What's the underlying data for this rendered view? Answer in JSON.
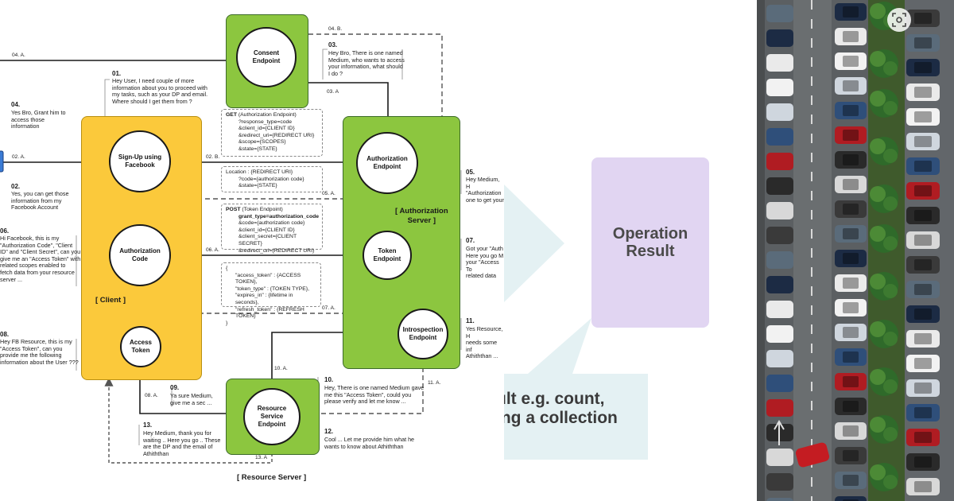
{
  "diagram": {
    "consent": {
      "label": "Consent\nEndpoint"
    },
    "client": {
      "region_label": "[ Client ]",
      "signup_label": "Sign-Up using\nFacebook",
      "authcode_label": "Authorization\nCode",
      "access_token_label": "Access\nToken"
    },
    "auth_server": {
      "region_label": "[ Authorization\nServer ]",
      "authz_endpoint_label": "Authorization\nEndpoint",
      "token_endpoint_label": "Token\nEndpoint",
      "introspection_label": "Introspection\nEndpoint"
    },
    "resource_server": {
      "region_label": "[ Resource Server ]",
      "endpoint_label": "Resource\nService\nEndpoint"
    },
    "get_request": {
      "title": "GET",
      "title_rest": " (Authorization Endpoint)",
      "lines": [
        "?response_type=code",
        "&client_id={CLIENT ID}",
        "&redirect_uri={REDIRECT URI}",
        "&scope={SCOPES}",
        "&state={STATE}"
      ]
    },
    "location": {
      "lines": [
        "Location : {REDIRECT URI}",
        "?code={authorization code}",
        "&state={STATE}"
      ]
    },
    "post_request": {
      "title": "POST",
      "title_rest": " (Token Endpoint)",
      "lines": [
        "grant_type=authorization_code",
        "&code={authorization code}",
        "&client_id={CLIENT ID}",
        "&client_secret={CLIENT SECRET}",
        "&redirect_uri={REDIRECT URI}"
      ]
    },
    "token_json": {
      "open": "{",
      "lines": [
        "\"access_token\" : {ACCESS TOKEN},",
        "\"token_type\" : {TOKEN TYPE},",
        "\"expires_in\" : {lifetime in seconds},",
        "\"refresh_token\" : {REFRESH TOKEN}"
      ],
      "close": "}"
    },
    "arrow_labels": {
      "a04a": "04. A.",
      "a04b": "04. B.",
      "a03a": "03. A",
      "a02a": "02. A.",
      "a02b": "02. B.",
      "a05a": "05. A.",
      "a06a": "06. A.",
      "a07a": "07. A.",
      "a08a": "08. A.",
      "a10a": "10. A.",
      "a11a": "11. A.",
      "a13a": "13. A"
    },
    "notes": {
      "n01": {
        "num": "01.",
        "text": "Hey User, I need couple of more\ninformation about you to proceed with\nmy tasks, such as your DP and email.\nWhere should I get them from ?"
      },
      "n03": {
        "num": "03.",
        "text": "Hey Bro, There is one named\nMedium, who wants to access\nyour information, what should\nI do ?"
      },
      "n04": {
        "num": "04.",
        "text": "Yes Bro, Grant him to\naccess those\ninformation"
      },
      "n02": {
        "num": "02.",
        "text": "Yes, you can get those\ninformation from my\nFacebook Account"
      },
      "n06": {
        "num": "06.",
        "text": "Hi Facebook, this is my\n\"Authorization Code\", \"Client\nID\" and \"Client Secret\", can you\ngive me an \"Access Token\" with\nrelated scopes enabled to\nfetch data from your resource\nserver ..."
      },
      "n08": {
        "num": "08.",
        "text": "Hey FB Resource, this is my\n\"Access Token\", can you\nprovide me the following\ninformation about the User ???"
      },
      "n05": {
        "num": "05.",
        "text": "Hey Medium, H\n\"Authorization\none to get your"
      },
      "n07": {
        "num": "07.",
        "text": "Got your \"Auth\nHere you go M\nyour \"Access To\nrelated data"
      },
      "n11": {
        "num": "11.",
        "text": "Yes Resource, H\nneeds some inf\nAthiththan ..."
      },
      "n09": {
        "num": "09.",
        "text": "Ya sure Medium,\ngive me a sec ..."
      },
      "n10": {
        "num": "10.",
        "text": "Hey, There is one named Medium gave\nme this \"Access Token\", could you\nplease verify and let me know ..."
      },
      "n13": {
        "num": "13.",
        "text": "Hey Medium, thank you for\nwaiting .. Here you go .. These\nare the DP and the email of\nAthiththan"
      },
      "n12": {
        "num": "12.",
        "text": "Cool ... Let me provide him what he\nwants to know about Athiththan"
      }
    }
  },
  "operation": {
    "card_text": "Operation\nResult",
    "bubble_text": "ult e.g. count,\ning a collection",
    "colors": {
      "card": "#e1d5f2",
      "arrow": "#e4f1f3",
      "text": "#4a4a4a"
    }
  },
  "photo": {
    "scan_icon": "scan-lens-icon"
  }
}
